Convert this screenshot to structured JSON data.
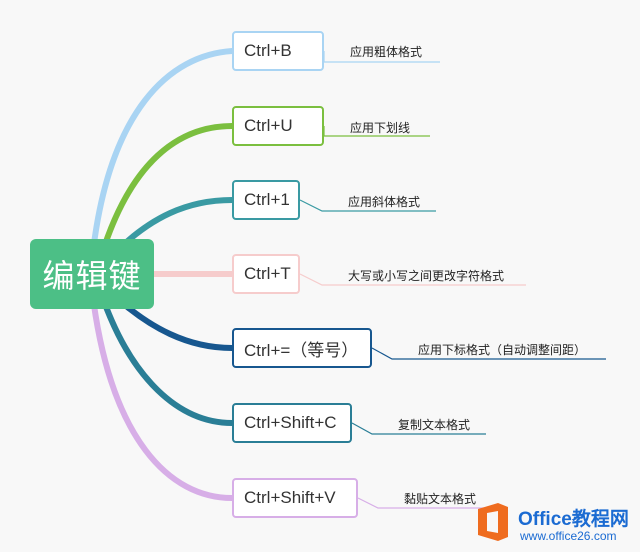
{
  "root": {
    "label": "编辑键",
    "color": "#4cbf86"
  },
  "branches": [
    {
      "key": "Ctrl+B",
      "desc": "应用粗体格式",
      "color": "#a9d4f3"
    },
    {
      "key": "Ctrl+U",
      "desc": "应用下划线",
      "color": "#7bbf3f"
    },
    {
      "key": "Ctrl+1",
      "desc": "应用斜体格式",
      "color": "#3a9aa3"
    },
    {
      "key": "Ctrl+T",
      "desc": "大写或小写之间更改字符格式",
      "color": "#f6cccc"
    },
    {
      "key": "Ctrl+=（等号）",
      "desc": "应用下标格式（自动调整间距）",
      "color": "#17578f"
    },
    {
      "key": "Ctrl+Shift+C",
      "desc": "复制文本格式",
      "color": "#2a7e96"
    },
    {
      "key": "Ctrl+Shift+V",
      "desc": "黏贴文本格式",
      "color": "#d7aee7"
    }
  ],
  "watermark": {
    "brand": "Office教程网",
    "url": "www.office26.com",
    "logo_color": "#ef6c1f"
  }
}
